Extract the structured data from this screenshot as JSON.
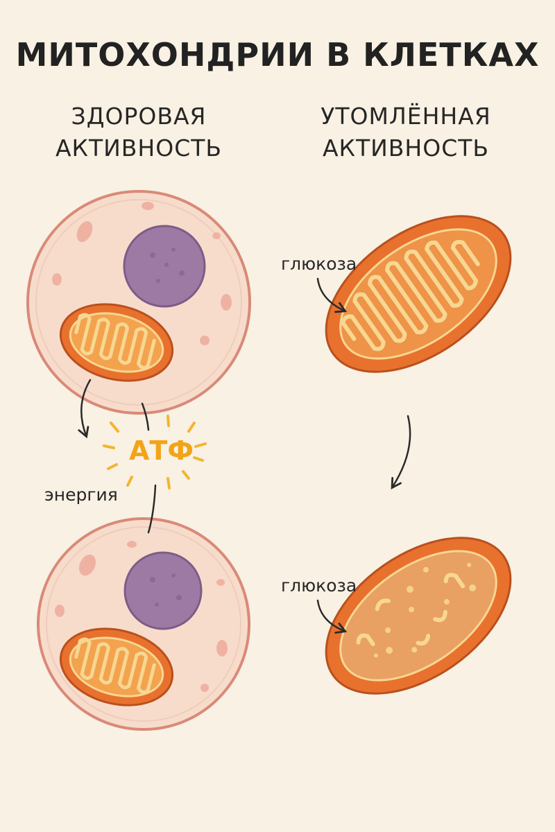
{
  "title": "МИТОХОНДРИИ В КЛЕТКАХ",
  "columns": {
    "left": {
      "line1": "ЗДОРОВАЯ",
      "line2": "АКТИВНОСТЬ"
    },
    "right": {
      "line1": "УТОМЛЁННАЯ",
      "line2": "АКТИВНОСТЬ"
    }
  },
  "labels": {
    "glucose_top": "глюкоза",
    "glucose_bottom": "глюкоза",
    "atp": "АТФ",
    "energy": "энергия"
  },
  "colors": {
    "background": "#f8f1e4",
    "cell_fill": "#f7dccc",
    "cell_outline": "#d98a77",
    "nucleus": "#9c7aa3",
    "mito_outer": "#e8712e",
    "mito_inner": "#f3a24e",
    "cristae": "#f7d792",
    "atp": "#f2a417"
  }
}
